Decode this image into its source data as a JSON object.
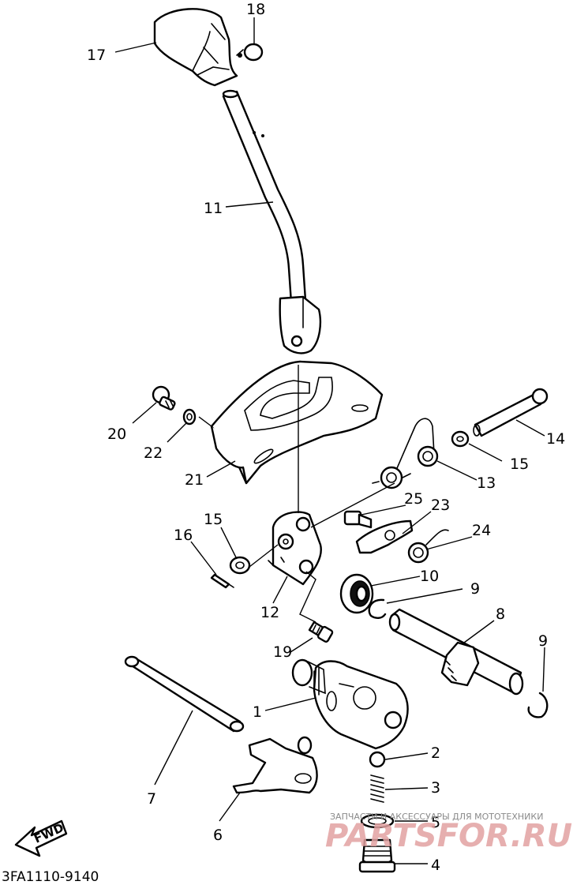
{
  "diagram": {
    "code": "3FA1110-9140",
    "direction_label": "FWD",
    "watermark_top": "ЗАПЧАСТИ И АКСЕССУАРЫ ДЛЯ МОТОТЕХНИКИ",
    "watermark_main": "PARTSFOR.RU",
    "labels": {
      "p1": "1",
      "p2": "2",
      "p3": "3",
      "p4": "4",
      "p5": "5",
      "p6": "6",
      "p7": "7",
      "p8": "8",
      "p9a": "9",
      "p9b": "9",
      "p10": "10",
      "p11": "11",
      "p12": "12",
      "p13": "13",
      "p14": "14",
      "p15a": "15",
      "p15b": "15",
      "p16": "16",
      "p17": "17",
      "p18": "18",
      "p19": "19",
      "p20": "20",
      "p21": "21",
      "p22": "22",
      "p23": "23",
      "p24": "24",
      "p25": "25"
    }
  }
}
